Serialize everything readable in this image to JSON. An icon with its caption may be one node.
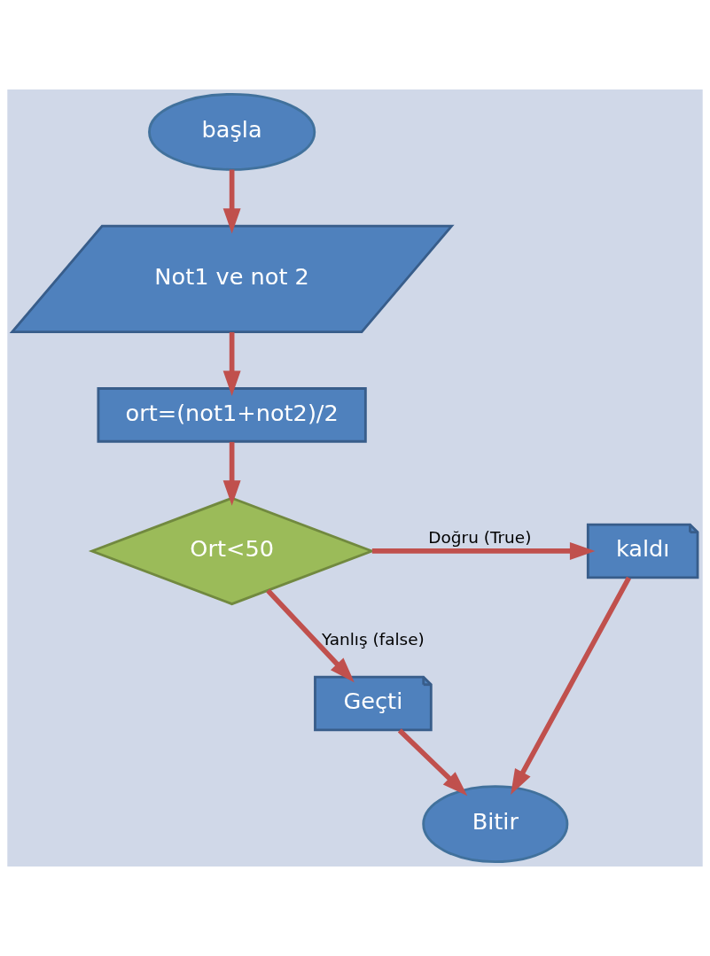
{
  "diagram": {
    "nodes": [
      {
        "text": [
          "başla"
        ]
      },
      {
        "text": [
          "Not1 ve not 2"
        ]
      },
      {
        "text": [
          "ort=(not1+not2)/2"
        ]
      },
      {
        "text": [
          "Ort<50"
        ]
      },
      {
        "text": [
          "kaldı"
        ]
      },
      {
        "text": [
          "Geçti"
        ]
      },
      {
        "text": [
          "Bitir"
        ]
      }
    ],
    "edges": [
      {
        "from": 0,
        "to": 1,
        "arrow": "to"
      },
      {
        "from": 1,
        "to": 2,
        "arrow": "to"
      },
      {
        "from": 2,
        "to": 3,
        "arrow": "to"
      },
      {
        "from": 3,
        "to": 4,
        "arrow": "to",
        "label": "Doğru (True)"
      },
      {
        "from": 3,
        "to": 5,
        "arrow": "to",
        "label": "Yanlış (false)"
      },
      {
        "from": 5,
        "to": 6,
        "arrow": "to"
      },
      {
        "from": 4,
        "to": 6,
        "arrow": "to"
      }
    ]
  }
}
